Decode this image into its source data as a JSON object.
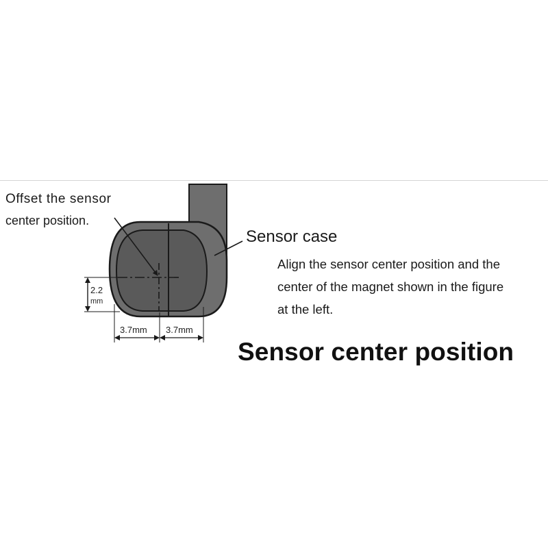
{
  "labels": {
    "offset_line1": "Offset the sensor",
    "offset_line2": "center position.",
    "sensor_case": "Sensor case",
    "align_line1": "Align the sensor center position and the",
    "align_line2": "center of the magnet shown in the figure",
    "align_line3": "at the left.",
    "title": "Sensor center position"
  },
  "dimensions": {
    "height_value": "2.2",
    "height_unit": "mm",
    "left_width": "3.7mm",
    "right_width": "3.7mm"
  },
  "colors": {
    "case_fill": "#6e6e6e",
    "case_outline": "#1a1a1a",
    "inner_face": "#585858",
    "text": "#1a1a1a",
    "divider": "#d4d4d4"
  }
}
